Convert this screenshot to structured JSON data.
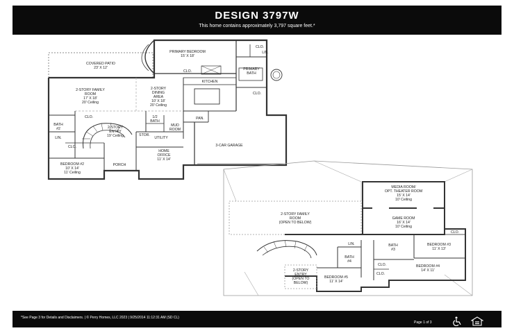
{
  "header": {
    "title": "DESIGN 3797W",
    "subtitle": "This home contains approximately 3,797 square feet.*"
  },
  "first_floor": {
    "covered_patio": [
      "COVERED PATIO",
      "23' X 12'"
    ],
    "primary_bedroom": [
      "PRIMARY BEDROOM",
      "15' X 18'"
    ],
    "clo_top": "CLO.",
    "lin_top": "LIN.",
    "clo_hall": "CLO.",
    "primary_bath": [
      "PRIMARY",
      "BATH"
    ],
    "clo_bath": "CLO.",
    "kitchen": "KITCHEN",
    "family_room": [
      "2-STORY FAMILY",
      "ROOM",
      "17' X 18'",
      "20' Ceiling"
    ],
    "dining_area": [
      "2-STORY",
      "DINING",
      "AREA",
      "10' X 18'",
      "20' Ceiling"
    ],
    "clo_entry": "CLO.",
    "entry": [
      "2-STORY",
      "ENTRY",
      "19' Ceiling"
    ],
    "half_bath": [
      "1/2",
      "BATH"
    ],
    "mud_room": [
      "MUD",
      "ROOM"
    ],
    "pan": "PAN.",
    "bath2": [
      "BATH",
      "#2"
    ],
    "lin_left": "LIN.",
    "stor": "STOR.",
    "utility": "UTILITY",
    "clo_left": "CLO.",
    "garage": "3-CAR GARAGE",
    "home_office": [
      "HOME",
      "OFFICE",
      "11' X 14'"
    ],
    "bedroom2": [
      "BEDROOM #2",
      "10' X 14'",
      "11' Ceiling"
    ],
    "porch": "PORCH"
  },
  "second_floor": {
    "media_room": [
      "MEDIA ROOM/",
      "OPT. THEATER ROOM",
      "15' X 14'",
      "10' Ceiling"
    ],
    "family_open": [
      "2-STORY FAMILY",
      "ROOM",
      "(OPEN TO BELOW)"
    ],
    "game_room": [
      "GAME ROOM",
      "16' X 14'",
      "10' Ceiling"
    ],
    "clo_top_right": "CLO.",
    "lin": "LIN.",
    "bath3": [
      "BATH",
      "#3"
    ],
    "bedroom3": [
      "BEDROOM #3",
      "11' X 13'"
    ],
    "bath4": [
      "BATH",
      "#4"
    ],
    "clo_mid": "CLO.",
    "bedroom4": [
      "BEDROOM #4",
      "14' X 11'"
    ],
    "entry_open": [
      "2-STORY",
      "ENTRY",
      "(OPEN TO",
      "BELOW)"
    ],
    "bedroom5": [
      "BEDROOM #5",
      "11' X 14'"
    ],
    "clo_bottom": "CLO."
  },
  "footer": {
    "disclaimer": "*See Page 3 for Details and Disclaimers. | © Perry Homes, LLC 2023 | 9/25/2014 11:12:31 AM (SD CL)",
    "page": "Page 1 of 3",
    "icons": [
      "accessibility-icon",
      "equal-housing-icon"
    ]
  }
}
